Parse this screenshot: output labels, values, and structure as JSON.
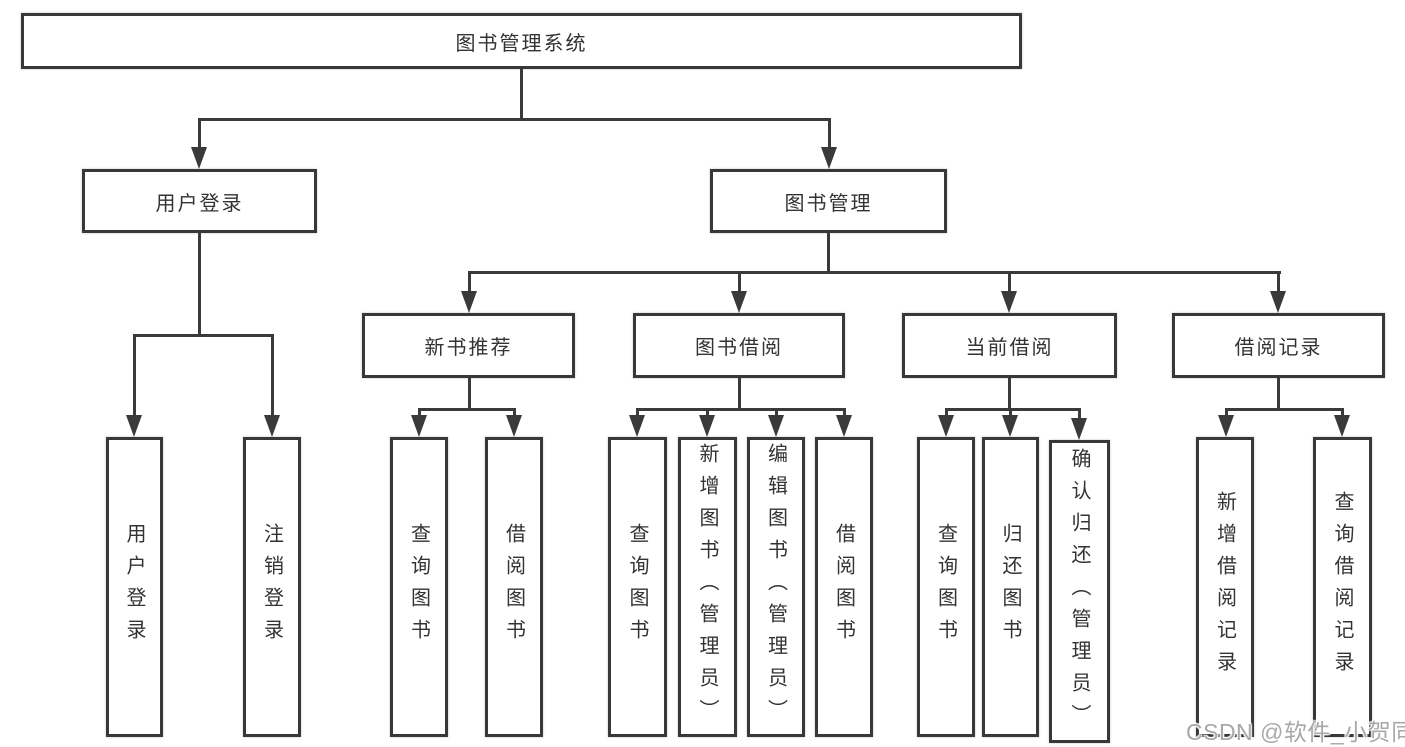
{
  "diagram": {
    "nodes": {
      "root": {
        "label": "图书管理系统"
      },
      "user_login": {
        "label": "用户登录"
      },
      "book_management": {
        "label": "图书管理"
      },
      "new_book_recommend": {
        "label": "新书推荐"
      },
      "book_borrow": {
        "label": "图书借阅"
      },
      "current_borrow": {
        "label": "当前借阅"
      },
      "borrow_record": {
        "label": "借阅记录"
      },
      "leaf_user_login": {
        "label": "用户登录"
      },
      "leaf_logout": {
        "label": "注销登录"
      },
      "leaf_query_book_a": {
        "label": "查询图书"
      },
      "leaf_borrow_book_a": {
        "label": "借阅图书"
      },
      "leaf_query_book_b": {
        "label": "查询图书"
      },
      "leaf_add_book_admin": {
        "label": "新增图书（管理员）"
      },
      "leaf_edit_book_admin": {
        "label": "编辑图书（管理员）"
      },
      "leaf_borrow_book_b": {
        "label": "借阅图书"
      },
      "leaf_query_book_c": {
        "label": "查询图书"
      },
      "leaf_return_book": {
        "label": "归还图书"
      },
      "leaf_confirm_return_admin": {
        "label": "确认归还（管理员）"
      },
      "leaf_add_borrow_record": {
        "label": "新增借阅记录"
      },
      "leaf_query_borrow_record": {
        "label": "查询借阅记录"
      }
    },
    "colors": {
      "line": "#3a3a3a",
      "box_border": "#383838",
      "text": "#333333",
      "background": "#ffffff"
    }
  },
  "watermark": {
    "text": "CSDN @软件_小贺同学",
    "color": "#a8a8a8"
  }
}
